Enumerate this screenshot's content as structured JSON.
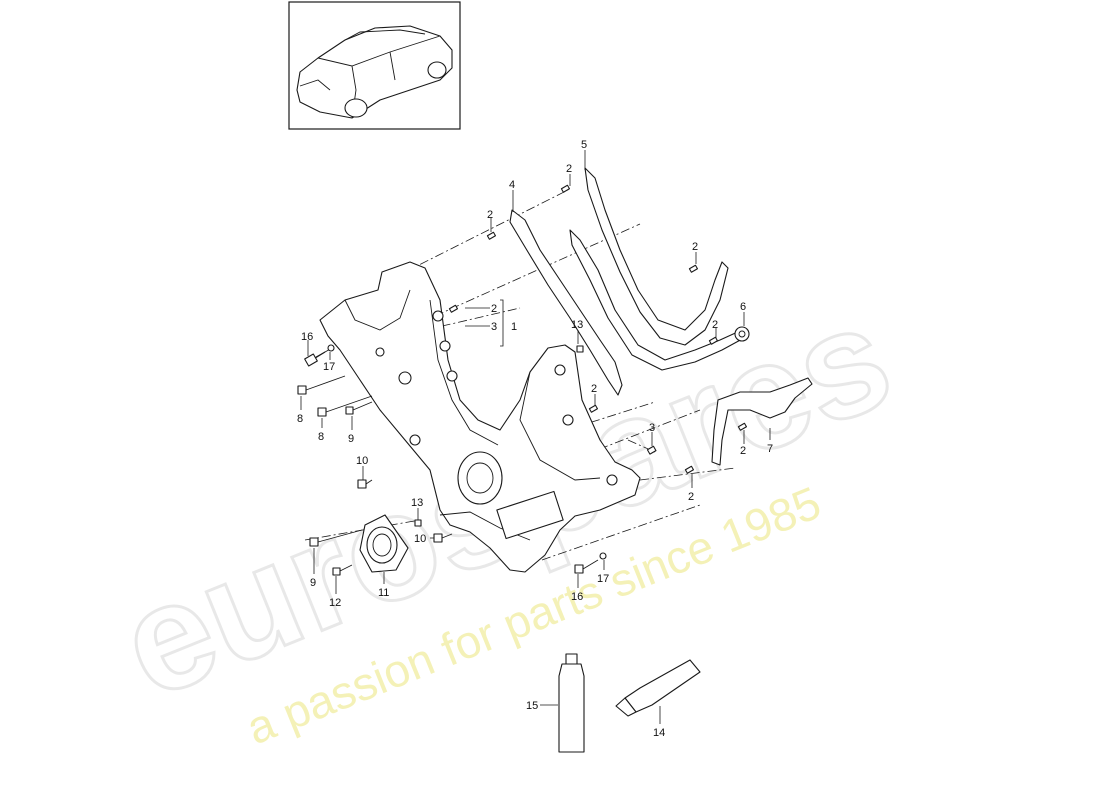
{
  "watermark": {
    "brand": "eurospares",
    "tagline": "a passion for parts since 1985"
  },
  "thumbnail": {
    "icon": "car-suv-icon"
  },
  "diagram": {
    "title": "",
    "callouts": [
      "1",
      "2",
      "2",
      "2",
      "2",
      "2",
      "2",
      "2",
      "2",
      "3",
      "3",
      "4",
      "5",
      "6",
      "7",
      "8",
      "8",
      "9",
      "9",
      "10",
      "10",
      "11",
      "12",
      "13",
      "13",
      "14",
      "15",
      "16",
      "16",
      "17",
      "17"
    ]
  },
  "colors": {
    "line": "#1a1a1a",
    "watermark": "#e6e6e6",
    "tagline": "#f3f0b0"
  }
}
